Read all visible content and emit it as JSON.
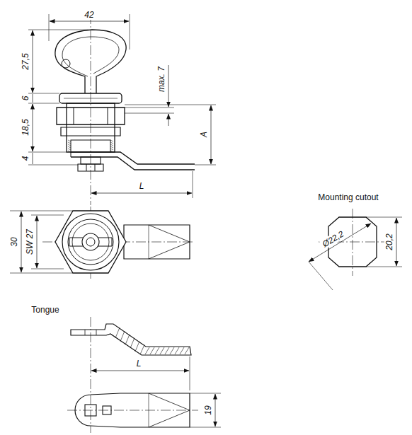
{
  "diagram": {
    "labels": [
      "42",
      "27,5",
      "6",
      "18,5",
      "4",
      "max. 7",
      "A",
      "L",
      "30",
      "SW 27",
      "Mounting cutout",
      "20,2",
      "Ø22,2",
      "Tongue",
      "L",
      "19"
    ]
  }
}
